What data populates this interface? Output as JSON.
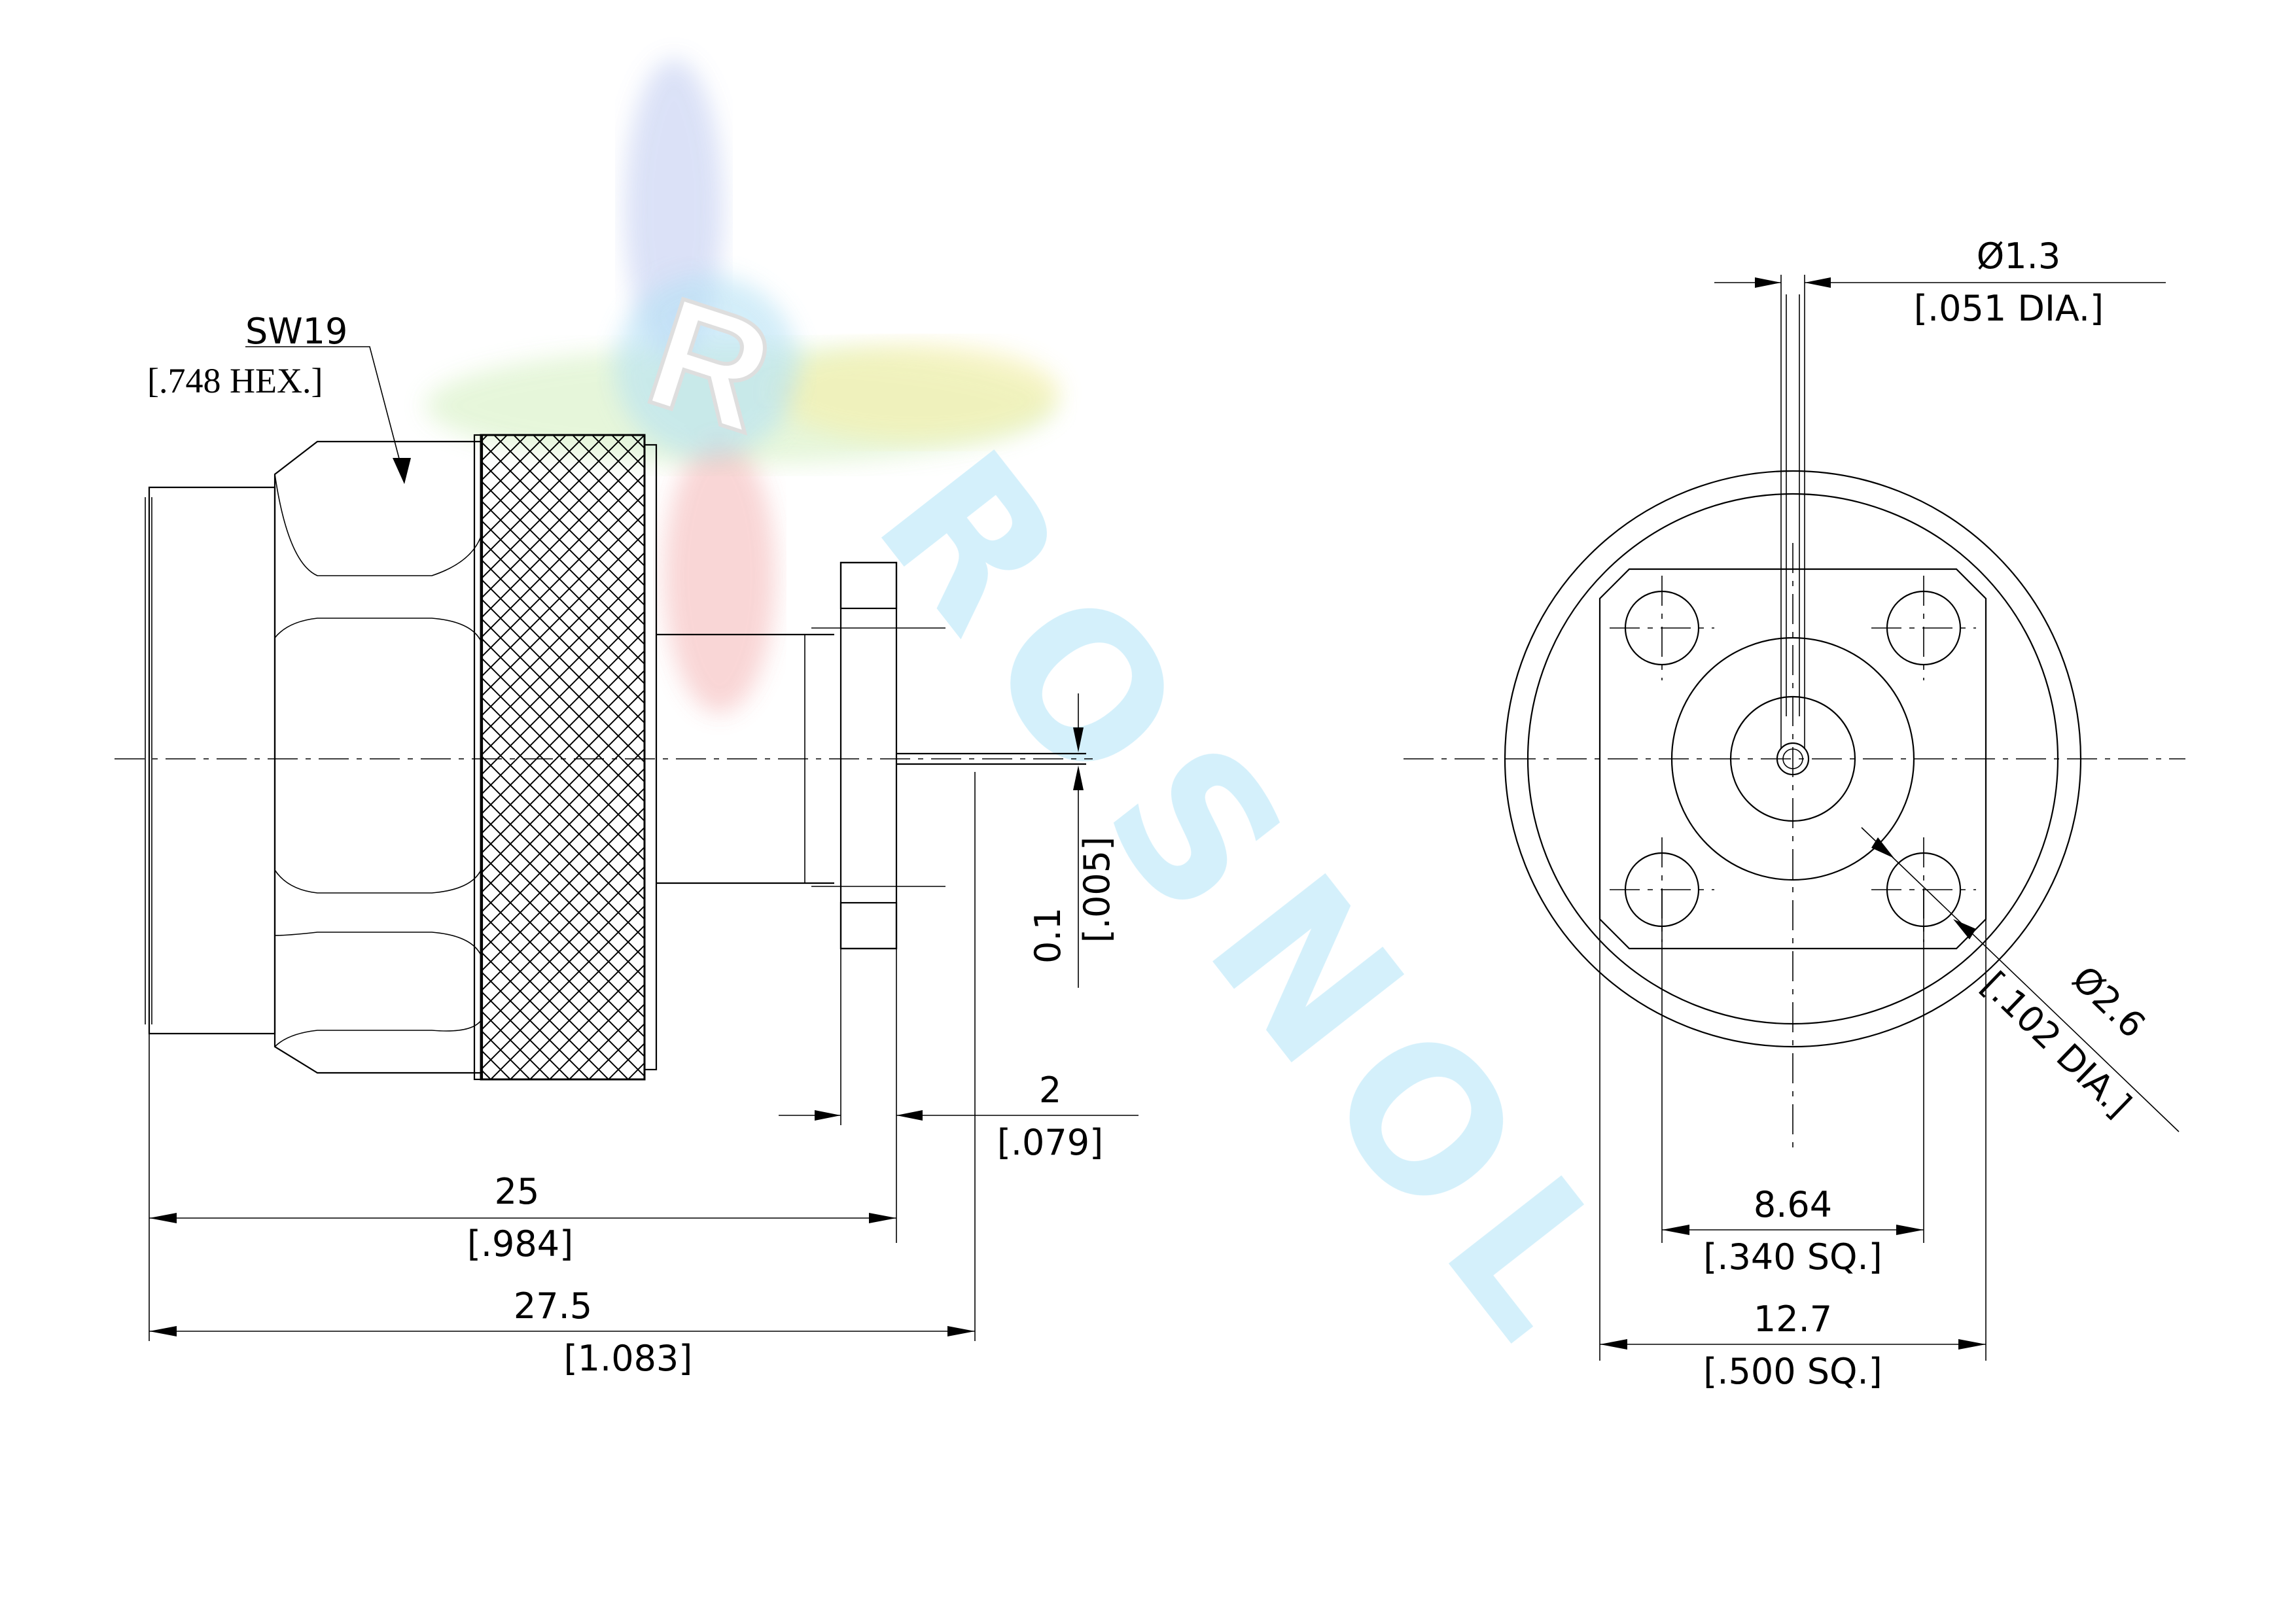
{
  "labels": {
    "hex_size": "SW19",
    "hex_size_inch": "[.748 HEX.]",
    "body_length": "25",
    "body_length_inch": "[.984]",
    "overall_length": "27.5",
    "overall_length_inch": "[1.083]",
    "flange_thickness": "2",
    "flange_thickness_inch": "[.079]",
    "pin_offset": "0.1",
    "pin_offset_inch": "[.005]",
    "pin_diameter": "Ø1.3",
    "pin_diameter_inch": "[.051 DIA.]",
    "hole_diameter": "Ø2.6",
    "hole_diameter_inch": "[.102 DIA.]",
    "hole_spacing": "8.64",
    "hole_spacing_inch": "[.340 SQ.]",
    "flange_size": "12.7",
    "flange_size_inch": "[.500 SQ.]"
  },
  "watermark": {
    "logo_letter": "R",
    "brand": "ROSNOL",
    "colors": [
      "#9fb3e6",
      "#bfe6a0",
      "#f3e88a",
      "#f08a8a",
      "#8fd6ef"
    ]
  }
}
